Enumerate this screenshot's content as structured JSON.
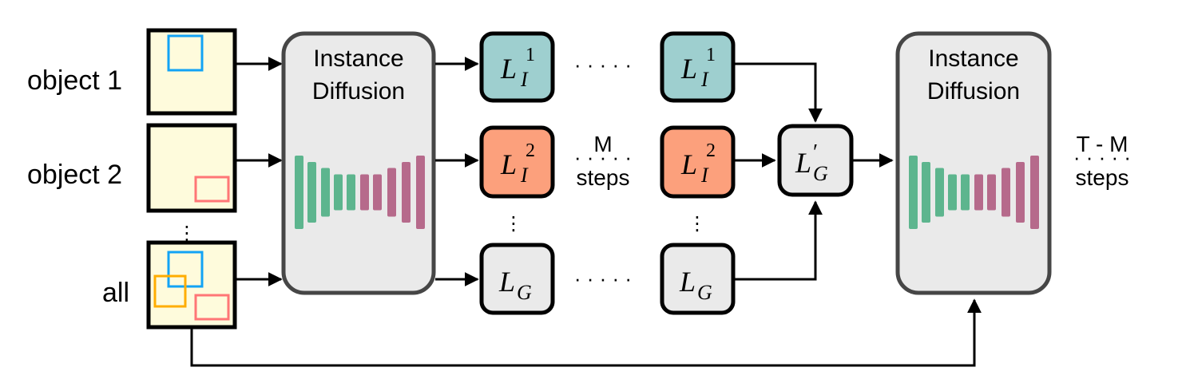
{
  "colors": {
    "input_bg": "#fefbdc",
    "box_blue": "#12a3f5",
    "box_red": "#ff7676",
    "box_orange": "#ffad00",
    "diffusion_bg": "#eaeaea",
    "diffusion_border": "#464646",
    "teal": "#9ecfcf",
    "salmon": "#fca07c",
    "grey": "#eaeaea",
    "unet_green": "#5db58e",
    "unet_purple": "#b66a8b"
  },
  "inputs": [
    {
      "label": "object 1",
      "boxes": [
        "blue"
      ]
    },
    {
      "label": "object 2",
      "boxes": [
        "red"
      ]
    },
    {
      "label": "all",
      "boxes": [
        "blue",
        "orange",
        "red"
      ]
    }
  ],
  "diffusion_left": {
    "title_line1": "Instance",
    "title_line2": "Diffusion"
  },
  "diffusion_right": {
    "title_line1": "Instance",
    "title_line2": "Diffusion"
  },
  "latents": {
    "row1": {
      "base": "L",
      "sub": "I",
      "sup": "1"
    },
    "row2": {
      "base": "L",
      "sub": "I",
      "sup": "2"
    },
    "row3": {
      "base": "L",
      "sub": "G"
    }
  },
  "merged": {
    "base": "L",
    "prime": "′",
    "sub": "G"
  },
  "steps_middle": {
    "top": "M",
    "bottom": "steps"
  },
  "steps_right": {
    "top": "T - M",
    "bottom": "steps"
  },
  "ellipsis": "· · · · ·",
  "vdots": "⋮"
}
